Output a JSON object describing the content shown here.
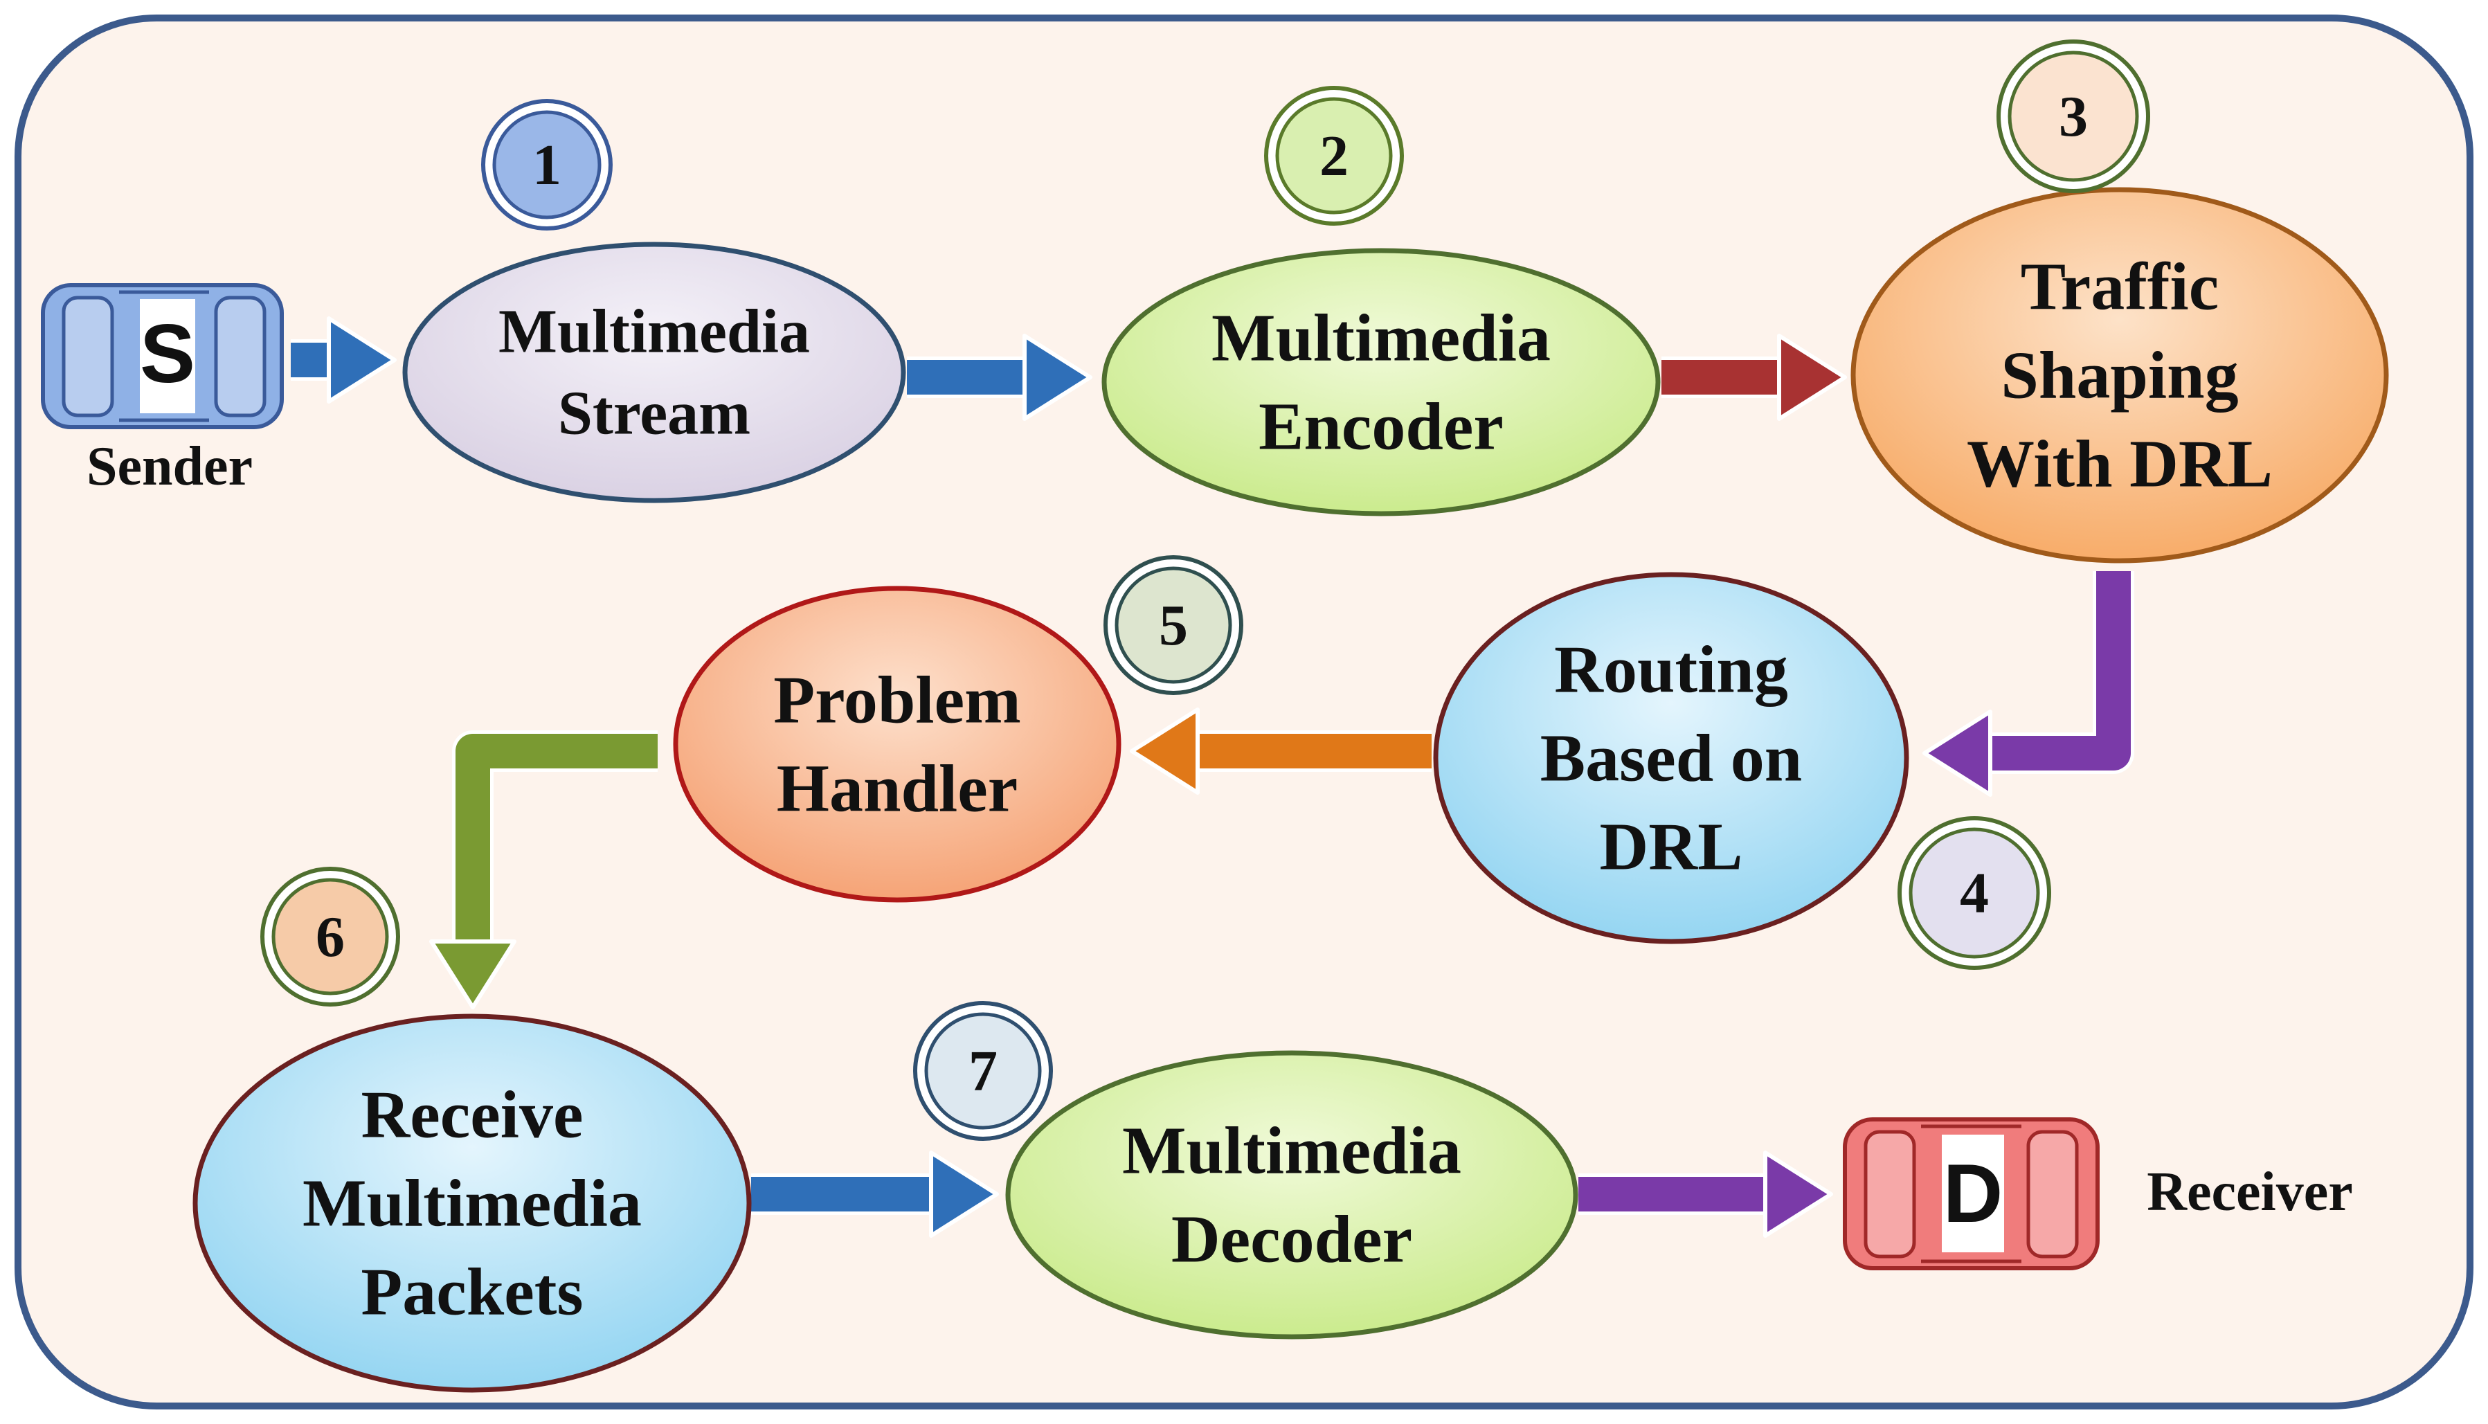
{
  "colors": {
    "frame_fill": "#fdf3ec",
    "frame_stroke": "#3c5a8c"
  },
  "sender": {
    "letter": "S",
    "label": "Sender",
    "icon": "car-icon",
    "color": "#8fb1e6"
  },
  "receiver": {
    "letter": "D",
    "label": "Receiver",
    "icon": "car-icon",
    "color": "#f07c7c"
  },
  "steps": [
    {
      "number": "1",
      "lines": [
        "Multimedia",
        "Stream"
      ],
      "fill": "#e6e0ec",
      "stroke": "#2f4f6f",
      "badge_fill": "#9ab7e8",
      "badge_ring": "#3a5a9a"
    },
    {
      "number": "2",
      "lines": [
        "Multimedia",
        "Encoder"
      ],
      "fill": "#dff3b4",
      "stroke": "#4f6f2f",
      "badge_fill": "#d9efb0",
      "badge_ring": "#5a7a2a"
    },
    {
      "number": "3",
      "lines": [
        "Traffic",
        "Shaping",
        "With DRL"
      ],
      "fill": "#fbc89a",
      "stroke": "#a05a1a",
      "badge_fill": "#fbe3d0",
      "badge_ring": "#4f6f2f"
    },
    {
      "number": "4",
      "lines": [
        "Routing",
        "Based on",
        "DRL"
      ],
      "fill": "#bfe6f8",
      "stroke": "#6a2020",
      "badge_fill": "#e3e0ef",
      "badge_ring": "#4f6f2f"
    },
    {
      "number": "5",
      "lines": [
        "Problem",
        "Handler"
      ],
      "fill": "#f8c0a0",
      "stroke": "#b01818",
      "badge_fill": "#dde5cf",
      "badge_ring": "#2f4f4f"
    },
    {
      "number": "6",
      "lines": [
        "Receive",
        "Multimedia",
        "Packets"
      ],
      "fill": "#bfe6f8",
      "stroke": "#6a2020",
      "badge_fill": "#f6cba8",
      "badge_ring": "#4f6f2f"
    },
    {
      "number": "7",
      "lines": [
        "Multimedia",
        "Decoder"
      ],
      "fill": "#dff3b4",
      "stroke": "#4f6f2f",
      "badge_fill": "#dde8f0",
      "badge_ring": "#2f4f6f"
    }
  ],
  "arrows": [
    {
      "from": "sender",
      "to": "step-1",
      "color": "#2f6fb8"
    },
    {
      "from": "step-1",
      "to": "step-2",
      "color": "#2f6fb8"
    },
    {
      "from": "step-2",
      "to": "step-3",
      "color": "#a83232"
    },
    {
      "from": "step-3",
      "to": "step-4",
      "color": "#7a3aa8"
    },
    {
      "from": "step-4",
      "to": "step-5",
      "color": "#e07818"
    },
    {
      "from": "step-5",
      "to": "step-6",
      "color": "#7a9a32"
    },
    {
      "from": "step-6",
      "to": "step-7",
      "color": "#2f6fb8"
    },
    {
      "from": "step-7",
      "to": "receiver",
      "color": "#7a3aa8"
    }
  ]
}
